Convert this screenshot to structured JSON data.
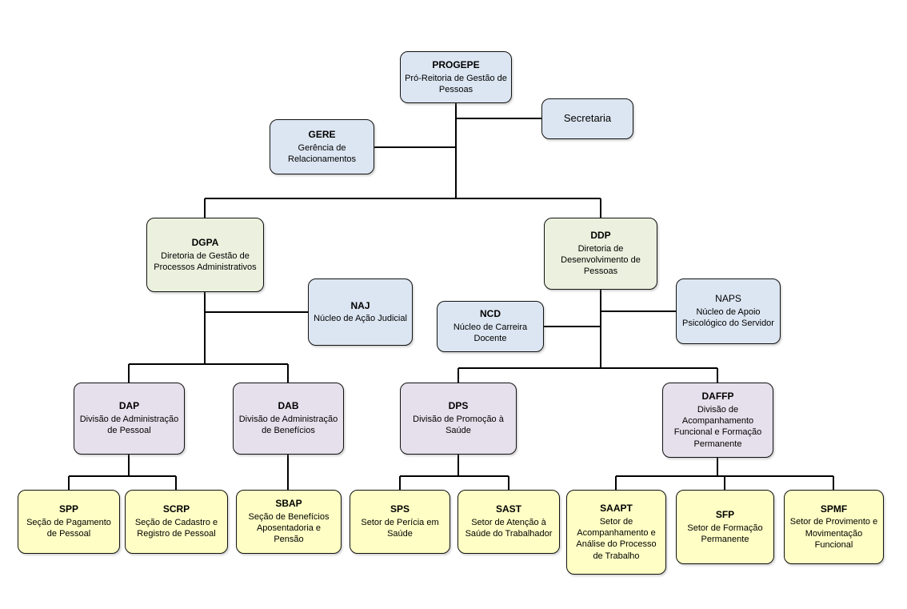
{
  "colors": {
    "blue": "#dce6f2",
    "green": "#ebf1de",
    "purple": "#e6e0ec",
    "yellow": "#ffffc5",
    "line": "#000000"
  },
  "nodes": {
    "progepe": {
      "acronym": "PROGEPE",
      "label": "Pró-Reitoria de Gestão de Pessoas"
    },
    "secretaria": {
      "label": "Secretaria"
    },
    "gere": {
      "acronym": "GERE",
      "label": "Gerência de Relacionamentos"
    },
    "dgpa": {
      "acronym": "DGPA",
      "label": "Diretoria de Gestão de Processos Administrativos"
    },
    "ddp": {
      "acronym": "DDP",
      "label": "Diretoria de Desenvolvimento de Pessoas"
    },
    "naj": {
      "acronym": "NAJ",
      "label": "Núcleo de Ação Judicial"
    },
    "ncd": {
      "acronym": "NCD",
      "label": "Núcleo de Carreira Docente"
    },
    "naps": {
      "acronym": "NAPS",
      "label": "Núcleo de Apoio Psicológico do Servidor"
    },
    "dap": {
      "acronym": "DAP",
      "label": "Divisão de Administração de Pessoal"
    },
    "dab": {
      "acronym": "DAB",
      "label": "Divisão de Administração de Benefícios"
    },
    "dps": {
      "acronym": "DPS",
      "label": "Divisão de Promoção à Saúde"
    },
    "daffp": {
      "acronym": "DAFFP",
      "label": "Divisão de Acompanhamento Funcional e Formação Permanente"
    },
    "spp": {
      "acronym": "SPP",
      "label": "Seção de Pagamento de Pessoal"
    },
    "scrp": {
      "acronym": "SCRP",
      "label": "Seção de Cadastro e Registro de Pessoal"
    },
    "sbap": {
      "acronym": "SBAP",
      "label": "Seção de Benefícios Aposentadoria e Pensão"
    },
    "sps": {
      "acronym": "SPS",
      "label": "Setor de Perícia em Saúde"
    },
    "sast": {
      "acronym": "SAST",
      "label": "Setor de Atenção à Saúde do Trabalhador"
    },
    "saapt": {
      "acronym": "SAAPT",
      "label": "Setor de Acompanhamento e Análise do Processo de Trabalho"
    },
    "sfp": {
      "acronym": "SFP",
      "label": "Setor de Formação Permanente"
    },
    "spmf": {
      "acronym": "SPMF",
      "label": "Setor de Provimento e Movimentação Funcional"
    }
  },
  "hierarchy": {
    "progepe": [
      "secretaria",
      "gere",
      "dgpa",
      "ddp"
    ],
    "dgpa": [
      "naj",
      "dap",
      "dab"
    ],
    "ddp": [
      "ncd",
      "naps",
      "dps",
      "daffp"
    ],
    "dap": [
      "spp",
      "scrp"
    ],
    "dab": [
      "sbap"
    ],
    "dps": [
      "sps",
      "sast"
    ],
    "daffp": [
      "saapt",
      "sfp",
      "spmf"
    ]
  }
}
